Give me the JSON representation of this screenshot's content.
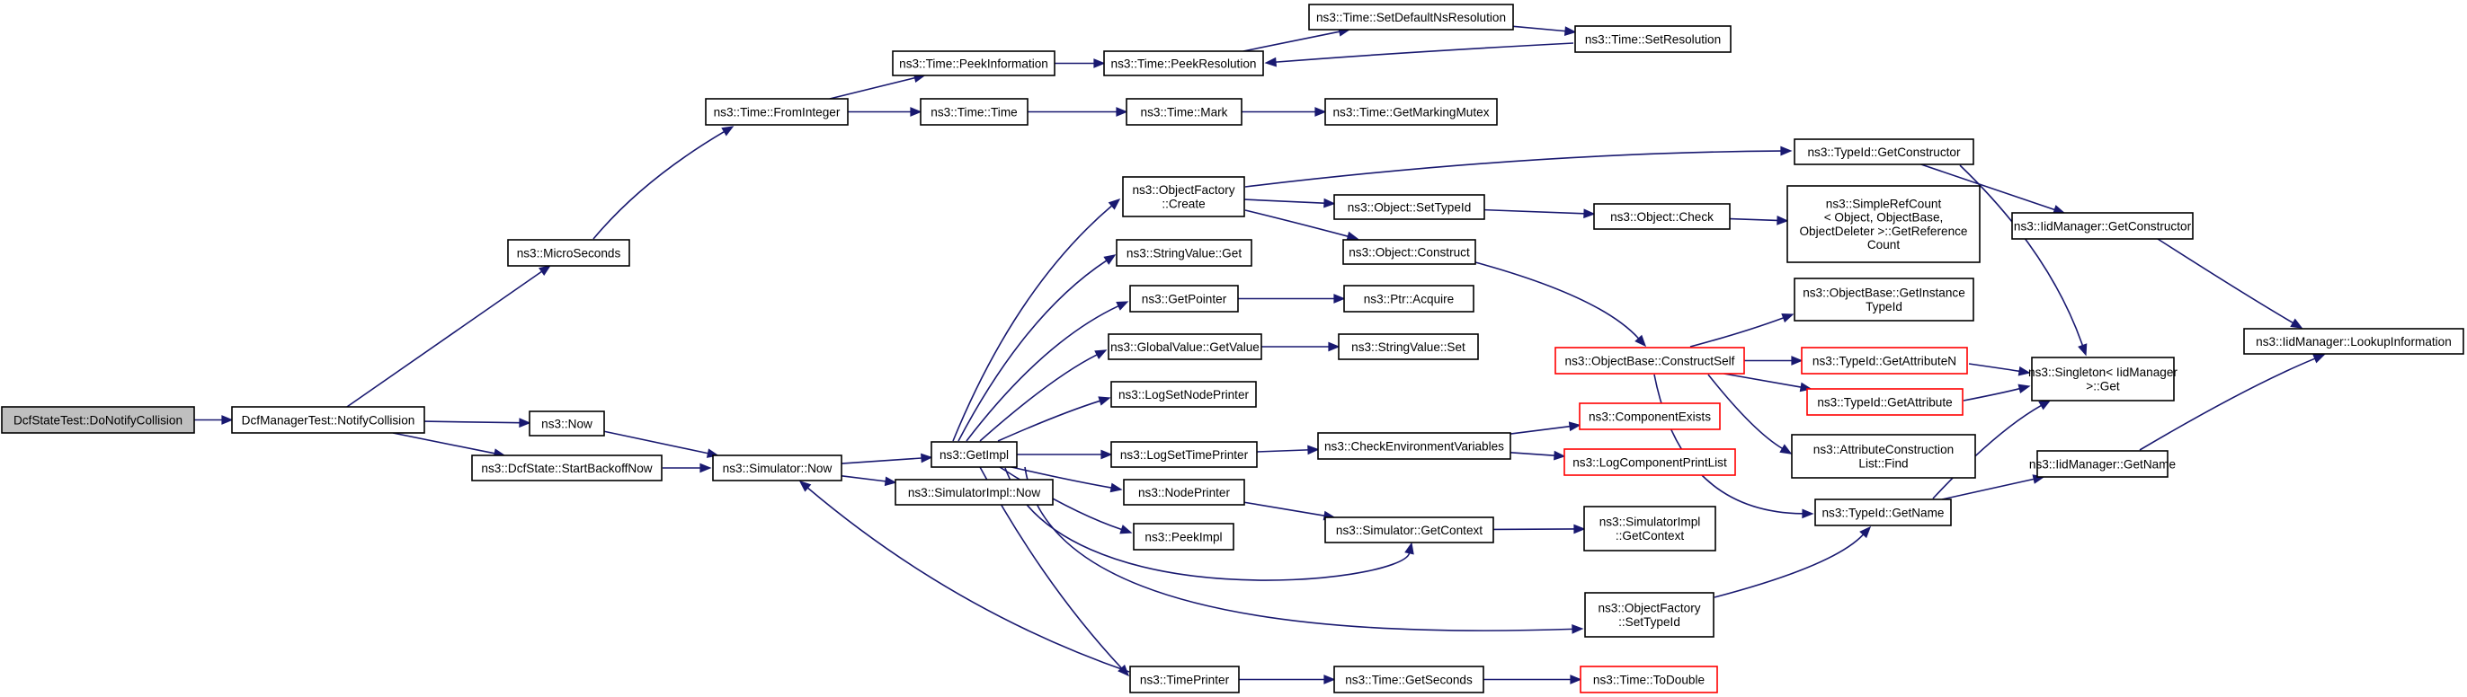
{
  "colors": {
    "background": "#ffffff",
    "node_border": "#000000",
    "node_border_truncated": "#ff0000",
    "root_fill": "#bfbfbf",
    "edge": "#191970"
  },
  "graph": {
    "nodes": [
      {
        "id": "n0",
        "lines": [
          "DcfStateTest::DoNotifyCollision"
        ],
        "root": true
      },
      {
        "id": "n1",
        "lines": [
          "DcfManagerTest::NotifyCollision"
        ]
      },
      {
        "id": "n2",
        "lines": [
          "ns3::MicroSeconds"
        ]
      },
      {
        "id": "n3",
        "lines": [
          "ns3::Now"
        ]
      },
      {
        "id": "n4",
        "lines": [
          "ns3::DcfState::StartBackoffNow"
        ]
      },
      {
        "id": "n5",
        "lines": [
          "ns3::Time::FromInteger"
        ]
      },
      {
        "id": "n6",
        "lines": [
          "ns3::Simulator::Now"
        ]
      },
      {
        "id": "n7",
        "lines": [
          "ns3::Time::PeekInformation"
        ]
      },
      {
        "id": "n8",
        "lines": [
          "ns3::Time::Time"
        ]
      },
      {
        "id": "n9",
        "lines": [
          "ns3::GetImpl"
        ]
      },
      {
        "id": "n10",
        "lines": [
          "ns3::SimulatorImpl::Now"
        ]
      },
      {
        "id": "n11",
        "lines": [
          "ns3::Time::PeekResolution"
        ]
      },
      {
        "id": "n12",
        "lines": [
          "ns3::Time::SetDefaultNsResolution"
        ]
      },
      {
        "id": "n13",
        "lines": [
          "ns3::Time::SetResolution"
        ]
      },
      {
        "id": "n14",
        "lines": [
          "ns3::Time::Mark"
        ]
      },
      {
        "id": "n15",
        "lines": [
          "ns3::Time::GetMarkingMutex"
        ]
      },
      {
        "id": "n16",
        "lines": [
          "ns3::ObjectFactory",
          "::Create"
        ]
      },
      {
        "id": "n17",
        "lines": [
          "ns3::StringValue::Get"
        ]
      },
      {
        "id": "n18",
        "lines": [
          "ns3::GetPointer"
        ]
      },
      {
        "id": "n19",
        "lines": [
          "ns3::GlobalValue::GetValue"
        ]
      },
      {
        "id": "n20",
        "lines": [
          "ns3::LogSetNodePrinter"
        ]
      },
      {
        "id": "n21",
        "lines": [
          "ns3::LogSetTimePrinter"
        ]
      },
      {
        "id": "n22",
        "lines": [
          "ns3::NodePrinter"
        ]
      },
      {
        "id": "n23",
        "lines": [
          "ns3::PeekImpl"
        ]
      },
      {
        "id": "n24",
        "lines": [
          "ns3::TimePrinter"
        ]
      },
      {
        "id": "n25",
        "lines": [
          "ns3::TypeId::GetConstructor"
        ]
      },
      {
        "id": "n26",
        "lines": [
          "ns3::Object::SetTypeId"
        ]
      },
      {
        "id": "n27",
        "lines": [
          "ns3::Object::Construct"
        ]
      },
      {
        "id": "n28",
        "lines": [
          "ns3::Ptr::Acquire"
        ]
      },
      {
        "id": "n29",
        "lines": [
          "ns3::StringValue::Set"
        ]
      },
      {
        "id": "n30",
        "lines": [
          "ns3::CheckEnvironmentVariables"
        ]
      },
      {
        "id": "n31",
        "lines": [
          "ns3::Simulator::GetContext"
        ]
      },
      {
        "id": "n32",
        "lines": [
          "ns3::Time::GetSeconds"
        ]
      },
      {
        "id": "n33",
        "lines": [
          "ns3::Object::Check"
        ]
      },
      {
        "id": "n34",
        "lines": [
          "ns3::ObjectBase::ConstructSelf"
        ],
        "truncated": true
      },
      {
        "id": "n35",
        "lines": [
          "ns3::ComponentExists"
        ],
        "truncated": true
      },
      {
        "id": "n36",
        "lines": [
          "ns3::LogComponentPrintList"
        ],
        "truncated": true
      },
      {
        "id": "n37",
        "lines": [
          "ns3::SimulatorImpl",
          "::GetContext"
        ]
      },
      {
        "id": "n38",
        "lines": [
          "ns3::ObjectFactory",
          "::SetTypeId"
        ]
      },
      {
        "id": "n39",
        "lines": [
          "ns3::Time::ToDouble"
        ],
        "truncated": true
      },
      {
        "id": "n40",
        "lines": [
          "ns3::SimpleRefCount",
          "< Object, ObjectBase,",
          "ObjectDeleter >::GetReference",
          "Count"
        ]
      },
      {
        "id": "n41",
        "lines": [
          "ns3::ObjectBase::GetInstance",
          "TypeId"
        ]
      },
      {
        "id": "n42",
        "lines": [
          "ns3::TypeId::GetAttributeN"
        ],
        "truncated": true
      },
      {
        "id": "n43",
        "lines": [
          "ns3::TypeId::GetAttribute"
        ],
        "truncated": true
      },
      {
        "id": "n44",
        "lines": [
          "ns3::AttributeConstruction",
          "List::Find"
        ]
      },
      {
        "id": "n45",
        "lines": [
          "ns3::TypeId::GetName"
        ]
      },
      {
        "id": "n46",
        "lines": [
          "ns3::IidManager::GetConstructor"
        ]
      },
      {
        "id": "n47",
        "lines": [
          "ns3::Singleton< IidManager",
          " >::Get"
        ]
      },
      {
        "id": "n48",
        "lines": [
          "ns3::IidManager::GetName"
        ]
      },
      {
        "id": "n49",
        "lines": [
          "ns3::IidManager::LookupInformation"
        ]
      }
    ],
    "edges": [
      {
        "from": "n0",
        "to": "n1"
      },
      {
        "from": "n1",
        "to": "n2"
      },
      {
        "from": "n1",
        "to": "n3"
      },
      {
        "from": "n1",
        "to": "n4"
      },
      {
        "from": "n2",
        "to": "n5"
      },
      {
        "from": "n3",
        "to": "n6"
      },
      {
        "from": "n4",
        "to": "n6"
      },
      {
        "from": "n5",
        "to": "n7"
      },
      {
        "from": "n5",
        "to": "n8"
      },
      {
        "from": "n6",
        "to": "n9"
      },
      {
        "from": "n6",
        "to": "n10"
      },
      {
        "from": "n7",
        "to": "n11"
      },
      {
        "from": "n8",
        "to": "n14"
      },
      {
        "from": "n11",
        "to": "n12"
      },
      {
        "from": "n12",
        "to": "n13"
      },
      {
        "from": "n13",
        "to": "n11"
      },
      {
        "from": "n14",
        "to": "n15"
      },
      {
        "from": "n9",
        "to": "n16"
      },
      {
        "from": "n9",
        "to": "n17"
      },
      {
        "from": "n9",
        "to": "n18"
      },
      {
        "from": "n9",
        "to": "n19"
      },
      {
        "from": "n9",
        "to": "n20"
      },
      {
        "from": "n9",
        "to": "n21"
      },
      {
        "from": "n9",
        "to": "n22"
      },
      {
        "from": "n9",
        "to": "n23"
      },
      {
        "from": "n9",
        "to": "n24"
      },
      {
        "from": "n9",
        "to": "n31"
      },
      {
        "from": "n9",
        "to": "n38"
      },
      {
        "from": "n16",
        "to": "n25"
      },
      {
        "from": "n16",
        "to": "n26"
      },
      {
        "from": "n16",
        "to": "n27"
      },
      {
        "from": "n18",
        "to": "n28"
      },
      {
        "from": "n19",
        "to": "n29"
      },
      {
        "from": "n21",
        "to": "n30"
      },
      {
        "from": "n22",
        "to": "n31"
      },
      {
        "from": "n24",
        "to": "n6"
      },
      {
        "from": "n24",
        "to": "n32"
      },
      {
        "from": "n26",
        "to": "n33"
      },
      {
        "from": "n27",
        "to": "n34"
      },
      {
        "from": "n33",
        "to": "n40"
      },
      {
        "from": "n30",
        "to": "n35"
      },
      {
        "from": "n30",
        "to": "n36"
      },
      {
        "from": "n31",
        "to": "n37"
      },
      {
        "from": "n32",
        "to": "n39"
      },
      {
        "from": "n34",
        "to": "n41"
      },
      {
        "from": "n34",
        "to": "n42"
      },
      {
        "from": "n34",
        "to": "n43"
      },
      {
        "from": "n34",
        "to": "n44"
      },
      {
        "from": "n34",
        "to": "n45"
      },
      {
        "from": "n38",
        "to": "n45"
      },
      {
        "from": "n25",
        "to": "n46"
      },
      {
        "from": "n25",
        "to": "n47"
      },
      {
        "from": "n42",
        "to": "n47"
      },
      {
        "from": "n43",
        "to": "n47"
      },
      {
        "from": "n45",
        "to": "n47"
      },
      {
        "from": "n45",
        "to": "n48"
      },
      {
        "from": "n46",
        "to": "n49"
      },
      {
        "from": "n48",
        "to": "n49"
      }
    ]
  }
}
